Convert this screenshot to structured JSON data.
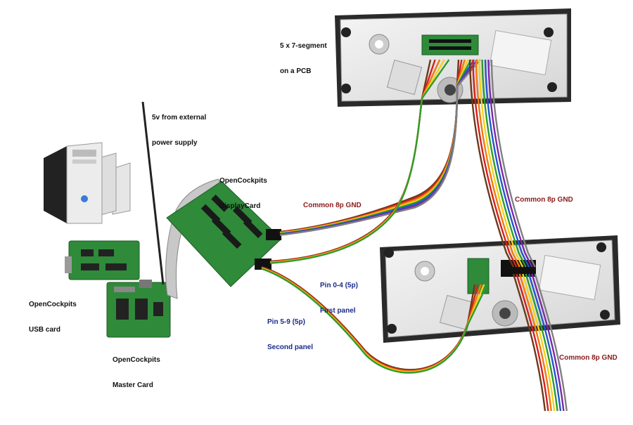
{
  "labels": {
    "display_pcb": [
      "5 x 7-segment",
      "on a PCB"
    ],
    "power": [
      "5v from external",
      "power supply"
    ],
    "display_card": [
      "OpenCockpits",
      "DisplayCard"
    ],
    "common_gnd_left": "Common 8p GND",
    "common_gnd_right": "Common 8p GND",
    "common_gnd_bottom": "Common 8p GND",
    "pin_first": [
      "Pin 0-4 (5p)",
      "First panel"
    ],
    "pin_second": [
      "Pin 5-9 (5p)",
      "Second panel"
    ],
    "usb_card": [
      "OpenCockpits",
      "USB card"
    ],
    "master_card": [
      "OpenCockpits",
      "Master Card"
    ]
  },
  "colors": {
    "text": "#111111",
    "gnd_text": "#8b1a1a",
    "pin_text": "#1a2a8b",
    "pcb": "#2f8a3a",
    "plate": "#e9e9e9",
    "ribbon": [
      "#6b3a1a",
      "#d32020",
      "#f07a10",
      "#f2d21a",
      "#2e9a2e",
      "#2255cc",
      "#7a2aa8",
      "#808080"
    ]
  }
}
